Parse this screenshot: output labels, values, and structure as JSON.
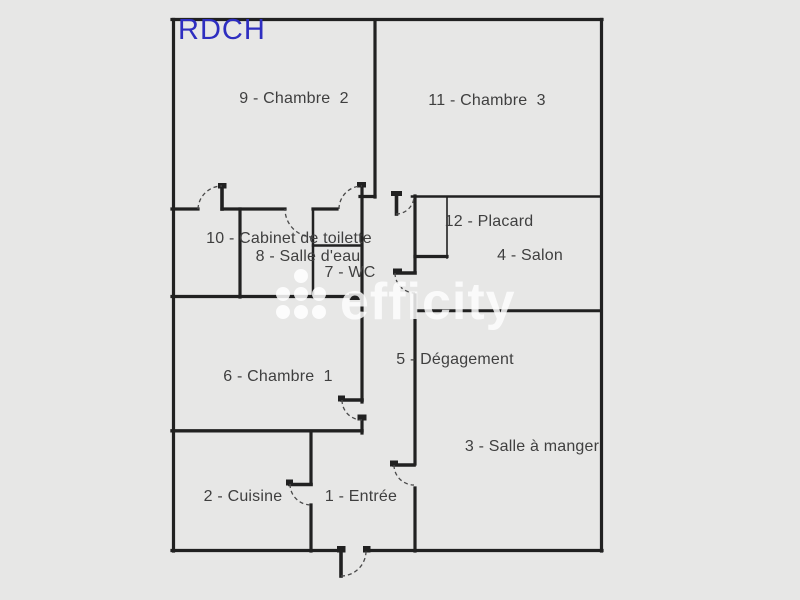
{
  "title": "RDCH",
  "watermark": {
    "text": "efficity"
  },
  "colors": {
    "background": "#e7e7e6",
    "walls": "#212121",
    "room_label": "#3f3f3f",
    "title_blue": "#2e2ec0",
    "watermark_white": "#ffffff"
  },
  "rooms": [
    {
      "label": "9 - Chambre  2"
    },
    {
      "label": "11 - Chambre  3"
    },
    {
      "label": "12 - Placard"
    },
    {
      "label": "4 - Salon"
    },
    {
      "label": "10 - Cabinet de toilette"
    },
    {
      "label": "8 - Salle d'eau"
    },
    {
      "label": "7 - WC"
    },
    {
      "label": "6 - Chambre  1"
    },
    {
      "label": "5 - Dégagement"
    },
    {
      "label": "3 - Salle à manger"
    },
    {
      "label": "2 - Cuisine"
    },
    {
      "label": "1 - Entrée"
    }
  ]
}
